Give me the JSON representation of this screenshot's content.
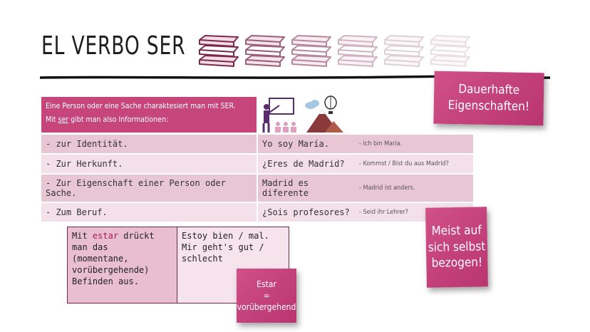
{
  "title": "EL VERBO SER",
  "books_count": 6,
  "notes": {
    "dauerhafte": [
      "Dauerhafte",
      "Eigenschaften!"
    ],
    "meist": [
      "Meist auf",
      "sich selbst",
      "bezogen!"
    ],
    "estar": [
      "Estar",
      "=",
      "vorübergehend"
    ]
  },
  "header": {
    "line1": "Eine Person oder eine Sache charaktesiert man mit SER.",
    "line2_pre": "Mit ",
    "line2_word": "ser",
    "line2_post": " gibt man also Informationen:"
  },
  "icons": [
    "teacher-icon",
    "mountain-icon",
    "balloon-icon",
    "cloud-icon"
  ],
  "rows": [
    {
      "label": "- zur Identität.",
      "example": "Yo soy María.",
      "translation": "- Ich bin Maria."
    },
    {
      "label": "- Zur Herkunft.",
      "example": "¿Eres de Madrid?",
      "translation": "- Kommst / Bist du aus Madrid?"
    },
    {
      "label": "- Zur Eigenschaft einer Person oder Sache.",
      "example": "Madrid es diferente",
      "translation": "- Madrid ist anders."
    },
    {
      "label": "- Zum Beruf.",
      "example": "¿Sois profesores?",
      "translation": "- Seid ihr Lehrer?"
    }
  ],
  "estar_box": {
    "mit": "Mit",
    "estar": "estar",
    "rest1": " drückt",
    "rest2": "man das",
    "rest3": "(momentane,",
    "rest4": "vorübergehende)",
    "rest5": "Befinden aus.",
    "example1": "Estoy bien / mal.",
    "example2": "Mir geht's gut /",
    "example3": "schlecht"
  },
  "colors": {
    "accent": "#c6457b",
    "row_dark": "#e8c6d3",
    "row_light": "#f3e0e8"
  }
}
